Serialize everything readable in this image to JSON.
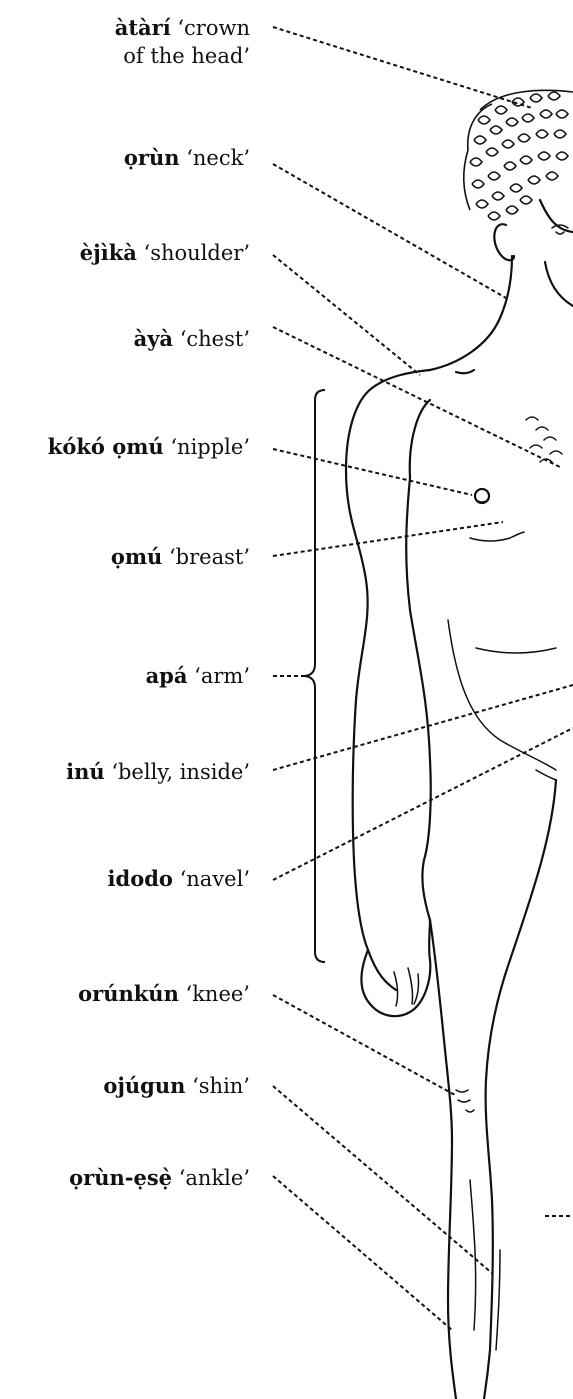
{
  "labels": [
    {
      "term": "àtàrí",
      "gloss": "‘crown",
      "gloss2": "of the head’"
    },
    {
      "term": "ọrùn",
      "gloss": "‘neck’"
    },
    {
      "term": "èjìkà",
      "gloss": "‘shoulder’"
    },
    {
      "term": "àyà",
      "gloss": "‘chest’"
    },
    {
      "term": "kókó ọmú",
      "gloss": "‘nipple’"
    },
    {
      "term": "ọmú",
      "gloss": "‘breast’"
    },
    {
      "term": "apá",
      "gloss": "‘arm’"
    },
    {
      "term": "inú",
      "gloss": "‘belly, inside’"
    },
    {
      "term": "idodo",
      "gloss": "‘navel’"
    },
    {
      "term": "orúnkún",
      "gloss": "‘knee’"
    },
    {
      "term": "ojúgun",
      "gloss": "‘shin’"
    },
    {
      "term": "ọrùn-ẹsẹ̀",
      "gloss": "‘ankle’"
    }
  ]
}
